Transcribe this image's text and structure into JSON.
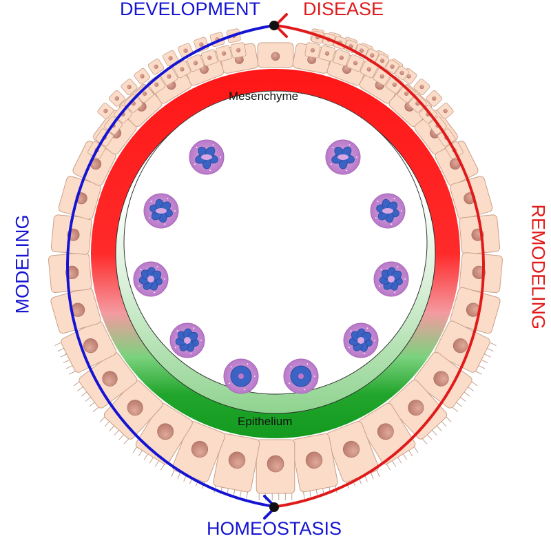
{
  "labels": {
    "development": "DEVELOPMENT",
    "disease": "DISEASE",
    "homeostasis": "HOMEOSTASIS",
    "modeling": "MODELING",
    "remodeling": "REMODELING",
    "mesenchyme": "Mesenchyme",
    "epithelium": "Epithelium"
  },
  "colors": {
    "development_blue": "#1414d2",
    "disease_red": "#e01a1a",
    "mesenchyme_red": "#ff1a1a",
    "epithelium_green": "#15a022",
    "cell_fill": "#fbdcc8",
    "cell_outline": "#c9a089",
    "nucleus": "#c58a7a",
    "organoid_purple": "#c98bd6",
    "organoid_blue": "#3b5fc0"
  },
  "icons": {
    "top_node": "black-dot-icon",
    "bottom_node": "black-dot-icon",
    "development_arrow": "arrowhead-icon",
    "disease_arrow": "arrowhead-icon"
  }
}
